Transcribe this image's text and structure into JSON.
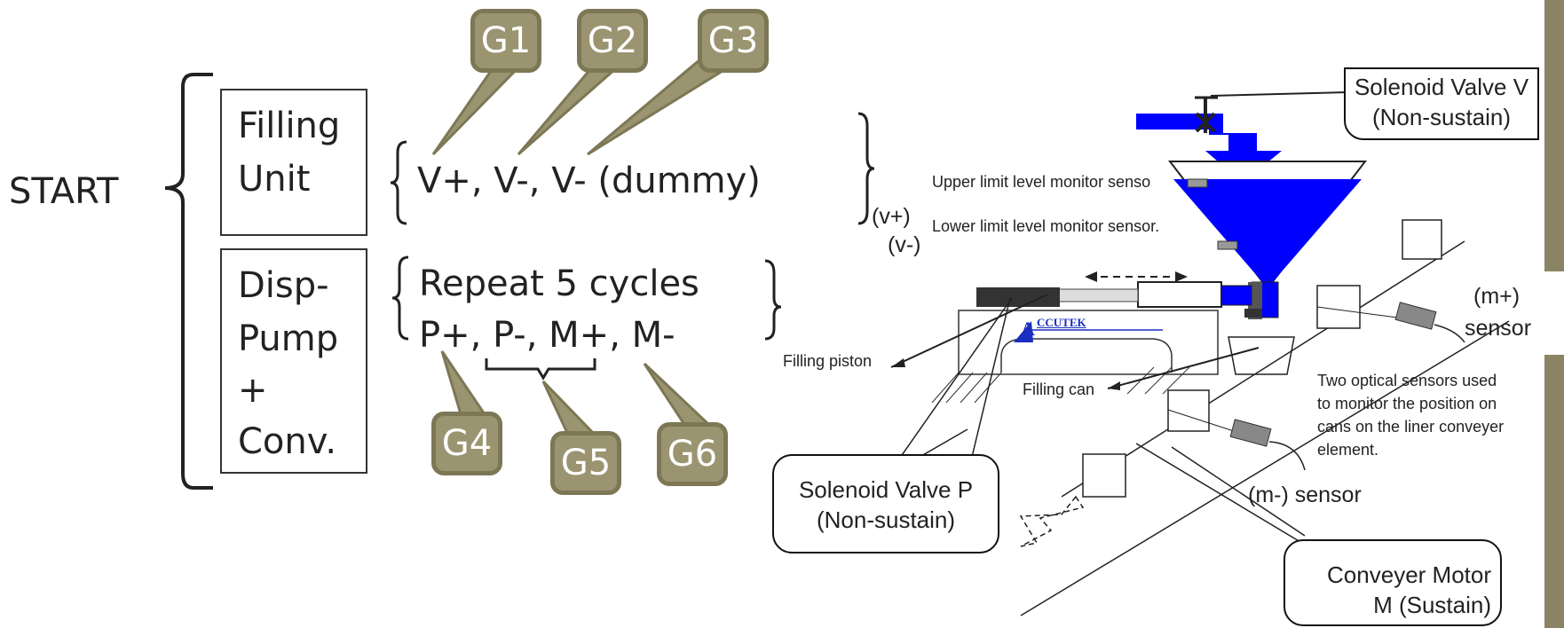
{
  "sequence": {
    "start_label": "START",
    "filling_unit_label": [
      "Filling",
      "Unit"
    ],
    "filling_unit_steps": "V+,  V-, V- (dummy)",
    "pump_label": [
      "Disp-",
      "Pump",
      "+",
      "Conv."
    ],
    "pump_repeat": "Repeat 5 cycles",
    "pump_steps": "P+, P-, M+, M-",
    "groups": [
      "G1",
      "G2",
      "G3",
      "G4",
      "G5",
      "G6"
    ]
  },
  "machine": {
    "solenoid_v": [
      "Solenoid Valve V",
      "(Non-sustain)"
    ],
    "upper_sensor": "Upper limit level monitor senso",
    "lower_sensor": "Lower limit level monitor sensor.",
    "v_plus": "(v+)",
    "v_minus": "(v-)",
    "brand": "CCUTEK",
    "brand_initial": "A",
    "filling_piston": "Filling piston",
    "filling_can": "Filling can",
    "solenoid_p": [
      "Solenoid Valve P",
      "(Non-sustain)"
    ],
    "m_plus": "(m+)",
    "m_plus_sensor": "sensor",
    "optical_note": [
      "Two optical sensors used",
      "to monitor the position on",
      "cans on the liner conveyer",
      "element."
    ],
    "m_minus_sensor": "(m-) sensor",
    "conveyer_motor": [
      "Conveyer Motor",
      "M (Sustain)"
    ]
  },
  "colors": {
    "tag_fill": "#9a9470",
    "tag_border": "#7d7755",
    "tank_blue": "#0000ff",
    "side_bar": "#8a8464"
  }
}
